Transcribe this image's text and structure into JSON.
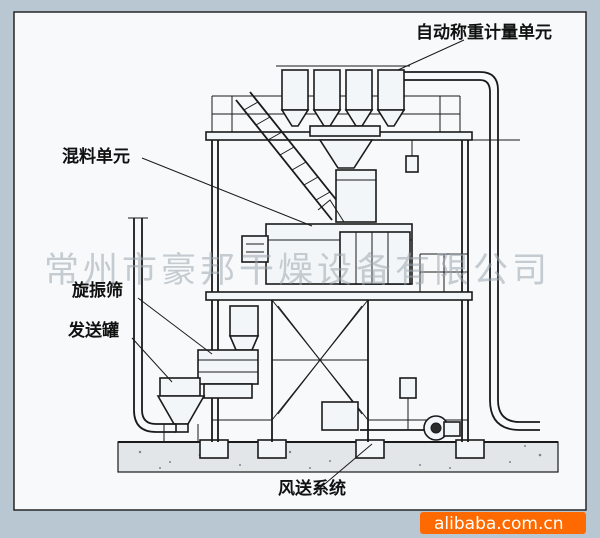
{
  "labels": {
    "weighing_unit": "自动称重计量单元",
    "mixing_unit": "混料单元",
    "vibrating_screen": "旋振筛",
    "sending_tank": "发送罐",
    "air_conveying_system": "风送系统"
  },
  "watermark": "常州市豪邦干燥设备有限公司",
  "source_brand": "alibaba.com.cn",
  "colors": {
    "background": "#b9c7d3",
    "line": "#1a1a1a",
    "brand": "#ff6a00"
  }
}
